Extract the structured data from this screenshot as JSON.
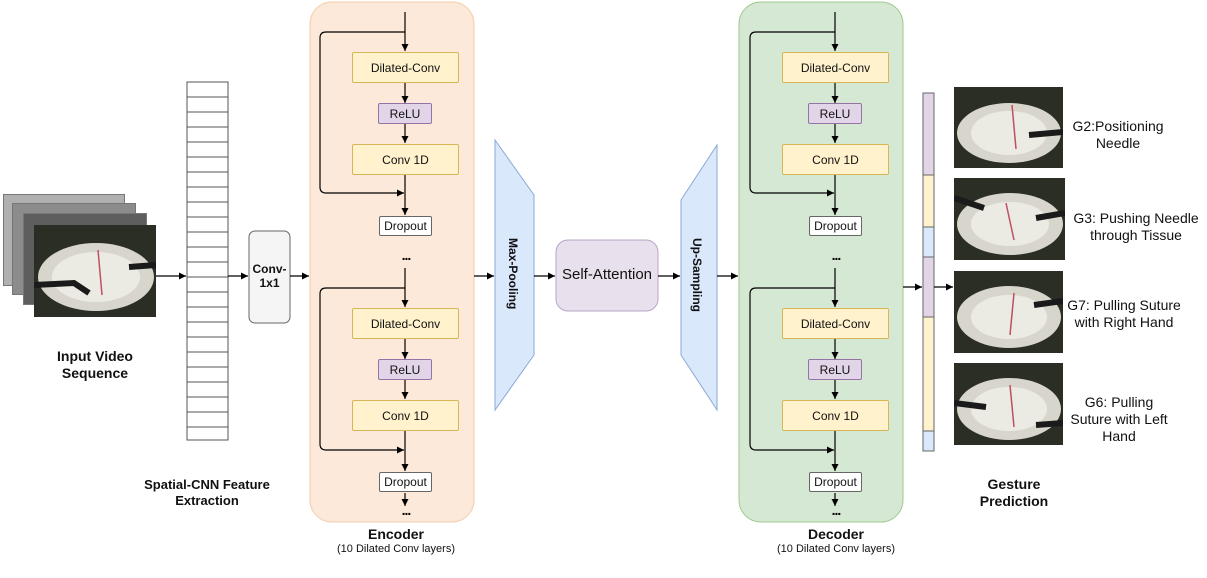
{
  "input": {
    "label": "Input Video Sequence"
  },
  "feature": {
    "label": "Spatial-CNN Feature Extraction",
    "conv": "Conv-1x1"
  },
  "encoder": {
    "title": "Encoder",
    "subtitle": "(10 Dilated Conv layers)",
    "blocks": {
      "dilated": "Dilated-Conv",
      "relu": "ReLU",
      "conv1d": "Conv 1D",
      "dropout": "Dropout"
    },
    "ellipsis": "..."
  },
  "maxpool": "Max-Pooling",
  "attention": "Self-Attention",
  "upsample": "Up-Sampling",
  "decoder": {
    "title": "Decoder",
    "subtitle": "(10 Dilated Conv layers)",
    "blocks": {
      "dilated": "Dilated-Conv",
      "relu": "ReLU",
      "conv1d": "Conv 1D",
      "dropout": "Dropout"
    },
    "ellipsis": "..."
  },
  "prediction": {
    "label": "Gesture Prediction",
    "gestures": [
      "G2:Positioning Needle",
      "G3: Pushing Needle through Tissue",
      "G7: Pulling Suture with Right Hand",
      "G6: Pulling Suture with Left Hand"
    ]
  },
  "colors": {
    "encoder_bg": "#fde9d9",
    "decoder_bg": "#d5e8d4",
    "trapezoid": "#dae8fc",
    "attention": "#e8e0ec",
    "block_yellow": "#fff2cc",
    "block_purple": "#e1d5e7"
  }
}
